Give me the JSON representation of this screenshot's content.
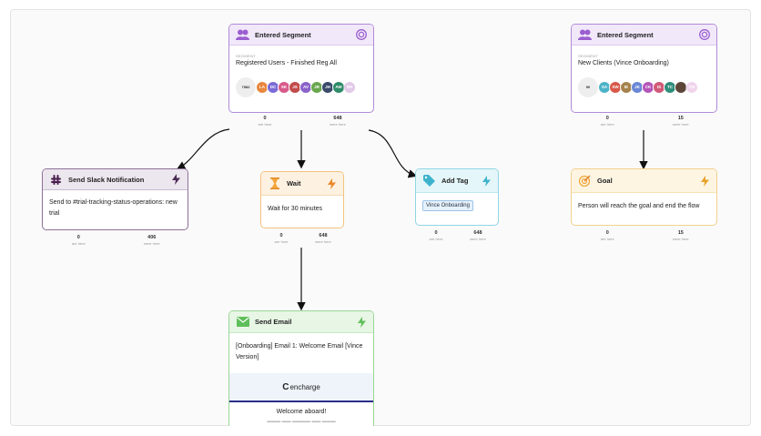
{
  "colors": {
    "segment": "#9b5fd0",
    "slack": "#7d5a8c",
    "wait": "#f4a63b",
    "tag": "#5cc2d8",
    "goal": "#f0c06b",
    "email": "#5fbf5a",
    "bolt": "#e8872a"
  },
  "segment1": {
    "title": "Entered Segment",
    "label": "SEGMENT",
    "name": "Registered Users - Finished Reg All",
    "count": "7582",
    "avatars": [
      {
        "t": "LA",
        "c": "#e8873d"
      },
      {
        "t": "DC",
        "c": "#7a6bd6"
      },
      {
        "t": "SK",
        "c": "#d85a8a"
      },
      {
        "t": "JS",
        "c": "#c24b4b"
      },
      {
        "t": "AV",
        "c": "#8a63c9"
      },
      {
        "t": "JR",
        "c": "#6aa84f"
      },
      {
        "t": "JH",
        "c": "#3a4a6a"
      },
      {
        "t": "AW",
        "c": "#2e8b6a"
      },
      {
        "t": "RH",
        "c": "#c18bd0"
      }
    ],
    "stats": {
      "left_num": "0",
      "left_lbl": "are here",
      "right_num": "648",
      "right_lbl": "were here"
    }
  },
  "segment2": {
    "title": "Entered Segment",
    "label": "SEGMENT",
    "name": "New Clients (Vince Onboarding)",
    "count": "90",
    "avatars": [
      {
        "t": "SA",
        "c": "#4cb3c8"
      },
      {
        "t": "SW",
        "c": "#d8584a"
      },
      {
        "t": "IE",
        "c": "#a6834d"
      },
      {
        "t": "JK",
        "c": "#6b87d6"
      },
      {
        "t": "CK",
        "c": "#b555b8"
      },
      {
        "t": "IS",
        "c": "#d05a78"
      },
      {
        "t": "TC",
        "c": "#2f8d7c"
      },
      {
        "t": "",
        "c": "#5b4637"
      },
      {
        "t": "CH",
        "c": "#e0a3d8"
      }
    ],
    "stats": {
      "left_num": "0",
      "left_lbl": "are here",
      "right_num": "15",
      "right_lbl": "were here"
    }
  },
  "slack": {
    "title": "Send Slack Notification",
    "body": "Send to #trial-tracking-status-operations: new trial",
    "stats": {
      "left_num": "0",
      "left_lbl": "are here",
      "right_num": "406",
      "right_lbl": "were here"
    }
  },
  "wait": {
    "title": "Wait",
    "body": "Wait for 30 minutes",
    "stats": {
      "left_num": "0",
      "left_lbl": "are here",
      "right_num": "648",
      "right_lbl": "were here"
    }
  },
  "tag": {
    "title": "Add Tag",
    "tag": "Vince Onboarding",
    "stats": {
      "left_num": "0",
      "left_lbl": "are here",
      "right_num": "648",
      "right_lbl": "were here"
    }
  },
  "goal": {
    "title": "Goal",
    "body": "Person will reach the goal and end the flow",
    "stats": {
      "left_num": "0",
      "left_lbl": "are here",
      "right_num": "15",
      "right_lbl": "were here"
    }
  },
  "email": {
    "title": "Send Email",
    "body": "[Onboarding] Email 1: Welcome Email [Vince Version]",
    "brand": "encharge",
    "headline": "Welcome aboard!"
  }
}
